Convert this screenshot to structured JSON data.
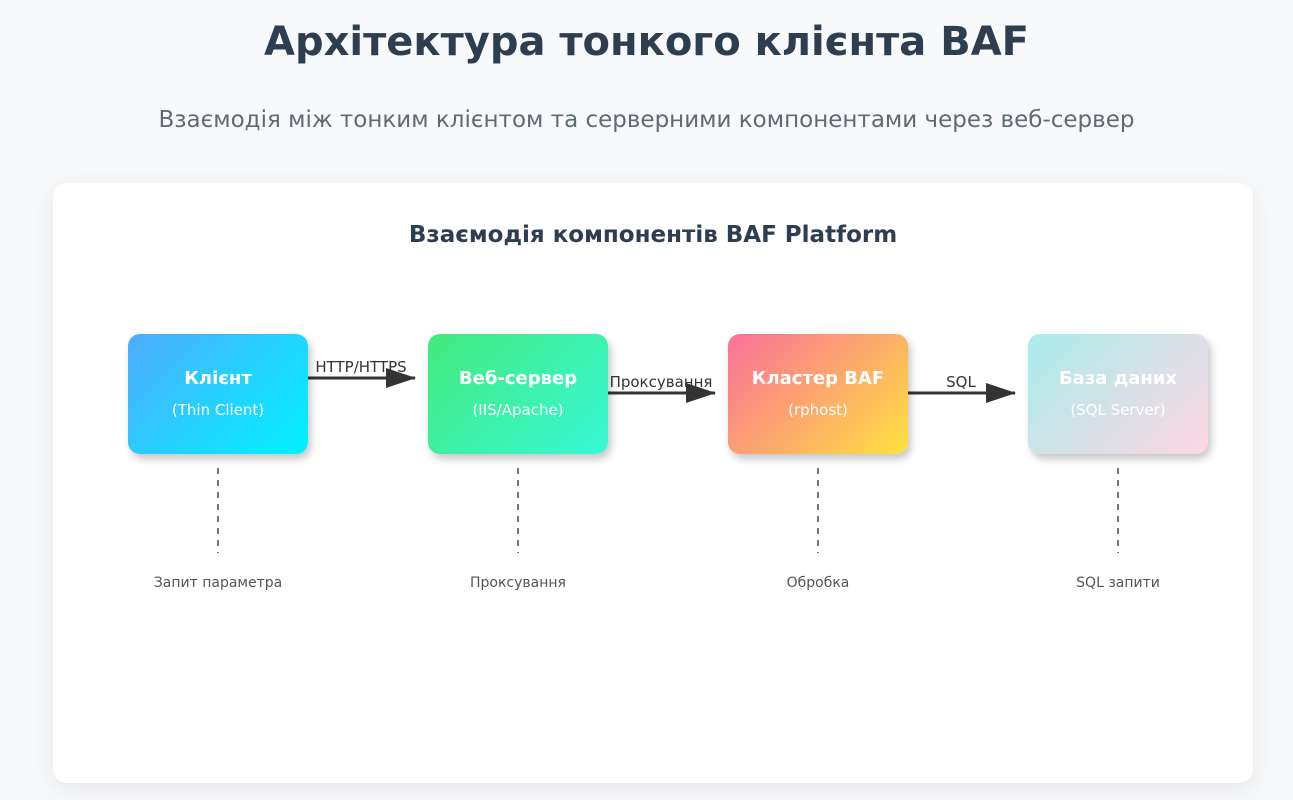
{
  "header": {
    "title": "Архітектура тонкого клієнта BAF",
    "subtitle": "Взаємодія між тонким клієнтом та серверними компонентами через веб-сервер"
  },
  "diagram": {
    "title": "Взаємодія компонентів BAF Platform",
    "nodes": [
      {
        "name": "Клієнт",
        "sub": "(Thin Client)",
        "note": "Запит параметра"
      },
      {
        "name": "Веб-сервер",
        "sub": "(IIS/Apache)",
        "note": "Проксування"
      },
      {
        "name": "Кластер BAF",
        "sub": "(rphost)",
        "note": "Обробка"
      },
      {
        "name": "База даних",
        "sub": "(SQL Server)",
        "note": "SQL запити"
      }
    ],
    "edges": [
      {
        "from": 0,
        "to": 1,
        "label": "HTTP/HTTPS"
      },
      {
        "from": 1,
        "to": 2,
        "label": "Проксування"
      },
      {
        "from": 2,
        "to": 3,
        "label": "SQL"
      }
    ]
  }
}
